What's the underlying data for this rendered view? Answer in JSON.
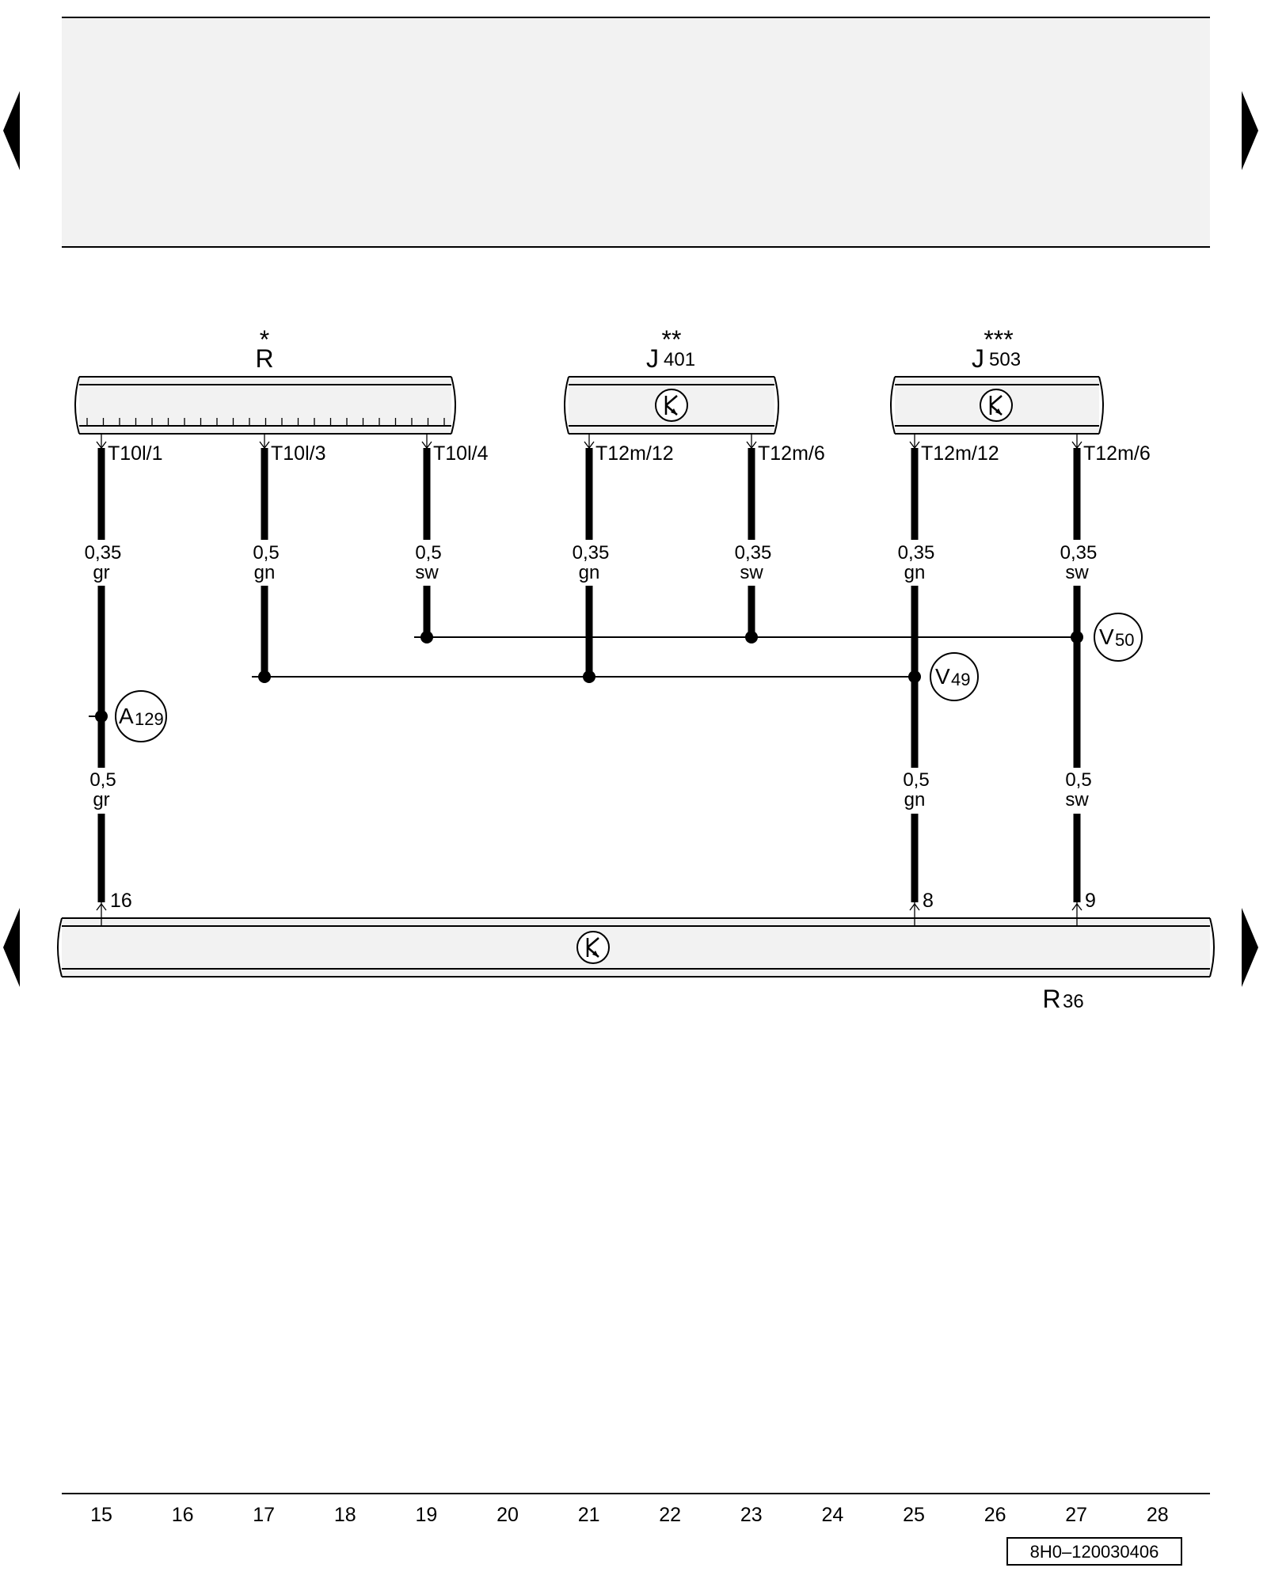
{
  "components": {
    "radio": {
      "mark": "*",
      "name": "R"
    },
    "j401": {
      "mark": "**",
      "name": "J",
      "sub": "401"
    },
    "j503": {
      "mark": "***",
      "name": "J",
      "sub": "503"
    },
    "r36": {
      "name": "R",
      "sub": "36"
    }
  },
  "connectors": {
    "c1": "T10l/1",
    "c2": "T10l/3",
    "c3": "T10l/4",
    "c4": "T12m/12",
    "c5": "T12m/6",
    "c6": "T12m/12",
    "c7": "T12m/6",
    "p16": "16",
    "p8": "8",
    "p9": "9"
  },
  "wires": {
    "w1": {
      "size": "0,35",
      "color": "gr"
    },
    "w2": {
      "size": "0,5",
      "color": "gn"
    },
    "w3": {
      "size": "0,5",
      "color": "sw"
    },
    "w4": {
      "size": "0,35",
      "color": "gn"
    },
    "w5": {
      "size": "0,35",
      "color": "sw"
    },
    "w6": {
      "size": "0,35",
      "color": "gn"
    },
    "w7": {
      "size": "0,35",
      "color": "sw"
    },
    "w8": {
      "size": "0,5",
      "color": "gr"
    },
    "w9": {
      "size": "0,5",
      "color": "gn"
    },
    "w10": {
      "size": "0,5",
      "color": "sw"
    }
  },
  "junctions": {
    "a129": {
      "letter": "A",
      "num": "129"
    },
    "v49": {
      "letter": "V",
      "num": "49"
    },
    "v50": {
      "letter": "V",
      "num": "50"
    }
  },
  "axis": [
    "15",
    "16",
    "17",
    "18",
    "19",
    "20",
    "21",
    "22",
    "23",
    "24",
    "25",
    "26",
    "27",
    "28"
  ],
  "diagram_code": "8H0–120030406"
}
